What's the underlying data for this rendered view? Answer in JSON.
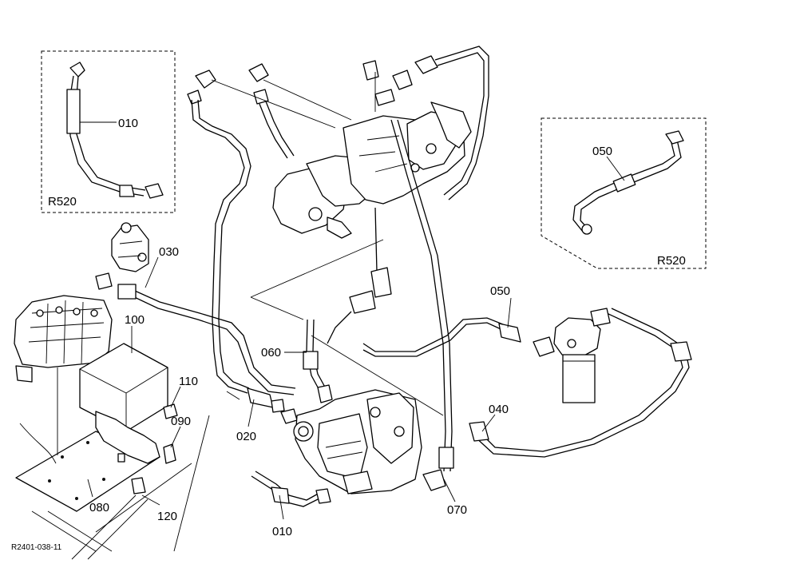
{
  "labels": {
    "p010_inset": "010",
    "r520_left": "R520",
    "p050_inset": "050",
    "r520_right": "R520",
    "p030": "030",
    "p100": "100",
    "p110": "110",
    "p090": "090",
    "p080": "080",
    "p120": "120",
    "p060": "060",
    "p020": "020",
    "p010": "010",
    "p050": "050",
    "p040": "040",
    "p070": "070",
    "drawing_id": "R2401-038-11"
  }
}
